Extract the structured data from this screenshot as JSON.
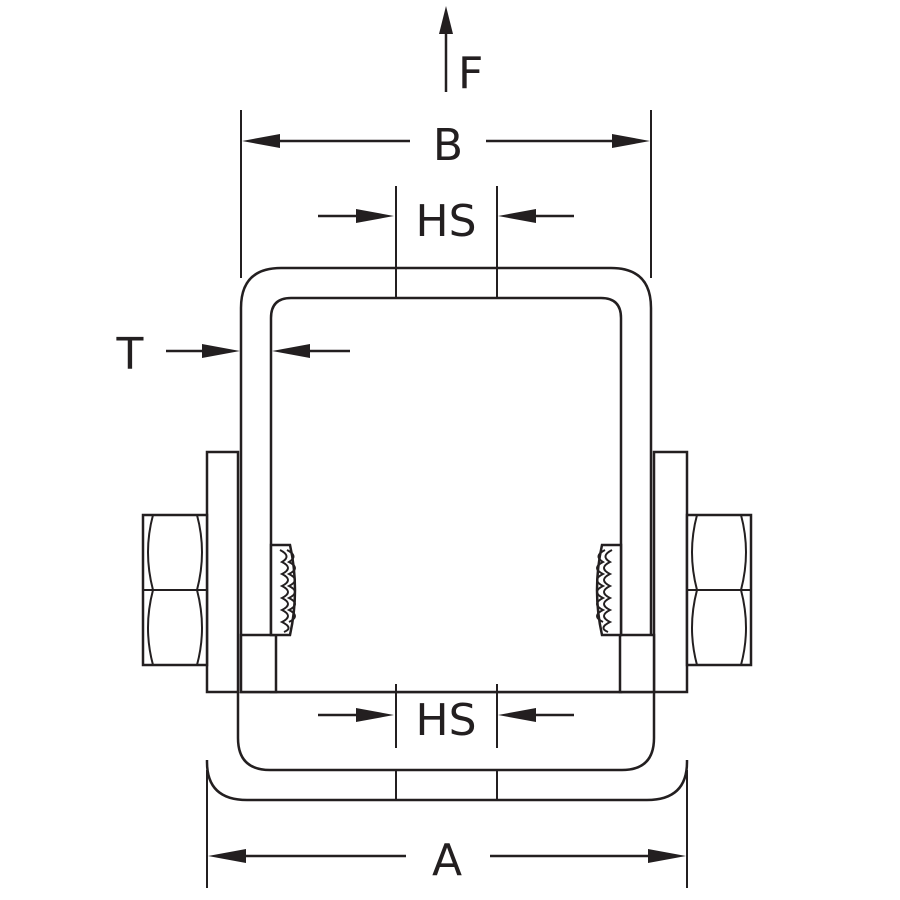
{
  "labels": {
    "force": "F",
    "width_outer": "B",
    "hole_spacing_top": "HS",
    "thickness": "T",
    "hole_spacing_bottom": "HS",
    "width_base": "A"
  },
  "colors": {
    "line": "#231f20",
    "background": "#ffffff"
  }
}
